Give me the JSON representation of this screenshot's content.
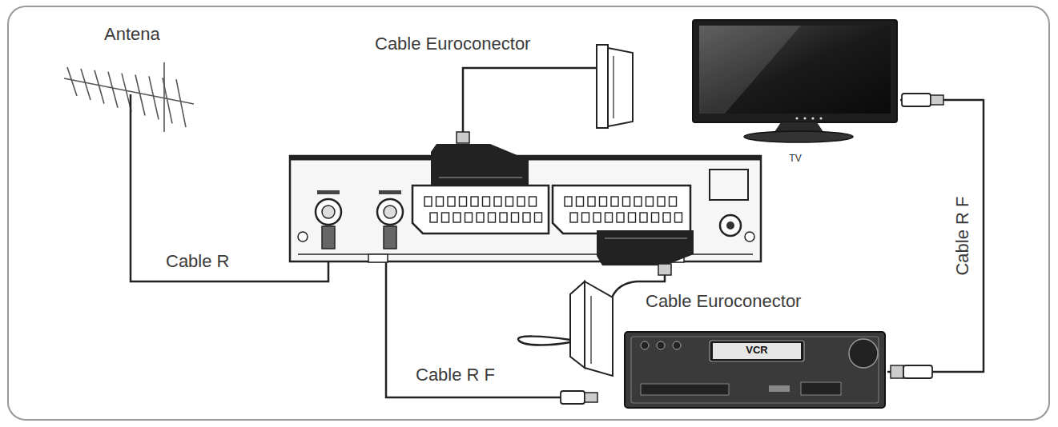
{
  "diagram": {
    "nodes": [
      {
        "text": [
          "TV"
        ]
      },
      {
        "text": [
          "VCR"
        ]
      }
    ],
    "edges": [
      {
        "from": 1,
        "to": 0,
        "arrow": "none",
        "label": "Cable R F"
      }
    ],
    "labels": [
      "Antena",
      "Cable Euroconector",
      "Cable Euroconector",
      "Cable R",
      "Cable R F"
    ]
  }
}
